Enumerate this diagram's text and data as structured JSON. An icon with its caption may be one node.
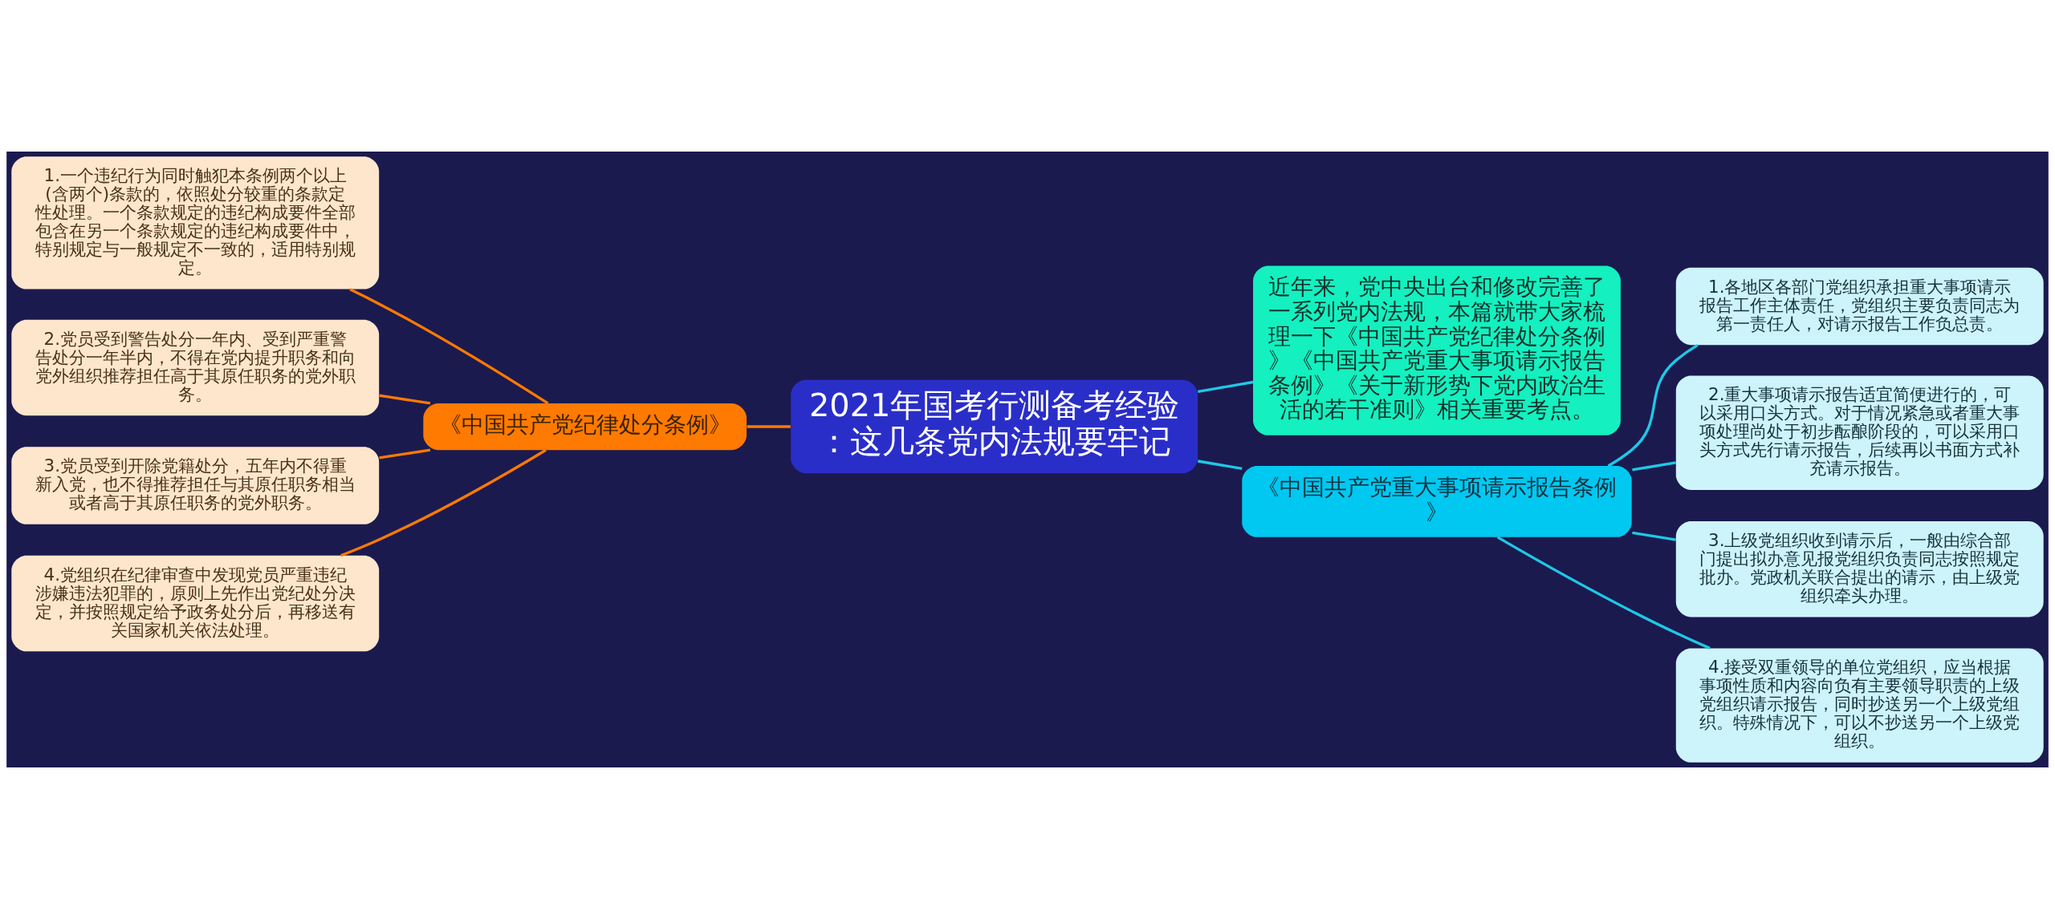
{
  "diagram": {
    "nodes": [
      {
        "text": [
          "2021年国考行测备考经验：这几条党内法规要牢记"
        ]
      },
      {
        "text": [
          "《中国共产党纪律处分条例》"
        ]
      },
      {
        "text": [
          "1.一个违纪行为同时触犯本条例两个以上(含两个)条款的，依照处分较重的条款定性处理。一个条款规定的违纪构成要件全部包含在另一个条款规定的违纪构成要件中，特别规定与一般规定不一致的，适用特别规定。"
        ]
      },
      {
        "text": [
          "2.党员受到警告处分一年内、受到严重警告处分一年半内，不得在党内提升职务和向党外组织推荐担任高于其原任职务的党外职务。"
        ]
      },
      {
        "text": [
          "3.党员受到开除党籍处分，五年内不得重新入党，也不得推荐担任与其原任职务相当或者高于其原任职务的党外职务。"
        ]
      },
      {
        "text": [
          "4.党组织在纪律审查中发现党员严重违纪涉嫌违法犯罪的，原则上先作出党纪处分决定，并按照规定给予政务处分后，再移送有关国家机关依法处理。"
        ]
      },
      {
        "text": [
          "近年来，党中央出台和修改完善了一系列党内法规，本篇就带大家梳理一下《中国共产党纪律处分条例》《中国共产党重大事项请示报告条例》《关于新形势下党内政治生活的若干准则》相关重要考点。"
        ]
      },
      {
        "text": [
          "《中国共产党重大事项请示报告条例》"
        ]
      },
      {
        "text": [
          "1.各地区各部门党组织承担重大事项请示报告工作主体责任，党组织主要负责同志为第一责任人，对请示报告工作负总责。"
        ]
      },
      {
        "text": [
          "2.重大事项请示报告适宜简便进行的，可以采用口头方式。对于情况紧急或者重大事项处理尚处于初步酝酿阶段的，可以采用口头方式先行请示报告，后续再以书面方式补充请示报告。"
        ]
      },
      {
        "text": [
          "3.上级党组织收到请示后，一般由综合部门提出拟办意见报党组织负责同志按照规定批办。党政机关联合提出的请示，由上级党组织牵头办理。"
        ]
      },
      {
        "text": [
          "4.接受双重领导的单位党组织，应当根据事项性质和内容向负有主要领导职责的上级党组织请示报告，同时抄送另一个上级党组织。特殊情况下，可以不抄送另一个上级党组织。"
        ]
      }
    ],
    "edges": [
      {
        "from": 0,
        "to": 1,
        "arrow": "none",
        "color": "#ff7a00"
      },
      {
        "from": 1,
        "to": 2,
        "arrow": "none",
        "color": "#ff7a00"
      },
      {
        "from": 1,
        "to": 3,
        "arrow": "none",
        "color": "#ff7a00"
      },
      {
        "from": 1,
        "to": 4,
        "arrow": "none",
        "color": "#ff7a00"
      },
      {
        "from": 1,
        "to": 5,
        "arrow": "none",
        "color": "#ff7a00"
      },
      {
        "from": 0,
        "to": 6,
        "arrow": "none"
      },
      {
        "from": 0,
        "to": 7,
        "arrow": "none"
      },
      {
        "from": 7,
        "to": 8,
        "arrow": "none"
      },
      {
        "from": 7,
        "to": 9,
        "arrow": "none"
      },
      {
        "from": 7,
        "to": 10,
        "arrow": "none"
      },
      {
        "from": 7,
        "to": 11,
        "arrow": "none"
      }
    ]
  }
}
